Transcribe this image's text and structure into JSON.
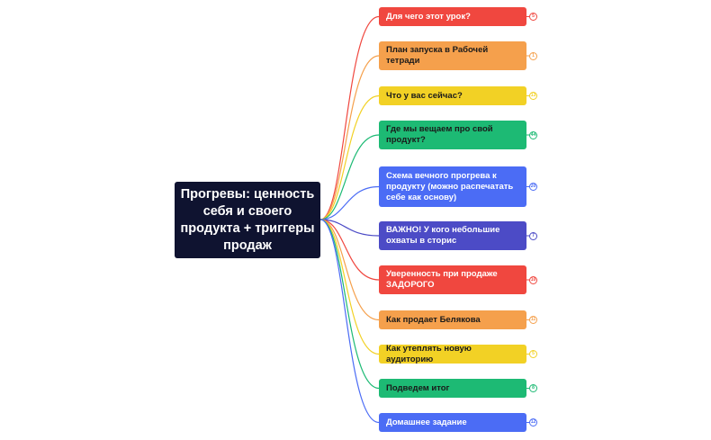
{
  "root": {
    "title": "Прогревы: ценность себя и своего продукта + триггеры продаж"
  },
  "branches": [
    {
      "label": "Для чего этот урок?",
      "color": "#f0473f",
      "text_color": "#ffffff",
      "count": "5"
    },
    {
      "label": "План запуска в Рабочей тетради",
      "color": "#f5a04c",
      "text_color": "#1a1a1a",
      "count": "1"
    },
    {
      "label": "Что у вас сейчас?",
      "color": "#f2d125",
      "text_color": "#1a1a1a",
      "count": "13"
    },
    {
      "label": "Где мы вещаем про свой продукт?",
      "color": "#1dba74",
      "text_color": "#1a1a1a",
      "count": "44"
    },
    {
      "label": "Схема вечного прогрева к продукту (можно распечатать себе как основу)",
      "color": "#4b6cf5",
      "text_color": "#ffffff",
      "count": "20"
    },
    {
      "label": "ВАЖНО! У кого небольшие охваты в сторис",
      "color": "#4c4bc6",
      "text_color": "#ffffff",
      "count": "7"
    },
    {
      "label": "Уверенность при продаже ЗАДОРОГО",
      "color": "#f0473f",
      "text_color": "#ffffff",
      "count": "10"
    },
    {
      "label": "Как продает Белякова",
      "color": "#f5a04c",
      "text_color": "#1a1a1a",
      "count": "11"
    },
    {
      "label": "Как утеплять новую аудиторию",
      "color": "#f2d125",
      "text_color": "#1a1a1a",
      "count": "5"
    },
    {
      "label": "Подведем итог",
      "color": "#1dba74",
      "text_color": "#1a1a1a",
      "count": "8"
    },
    {
      "label": "Домашнее задание",
      "color": "#4b6cf5",
      "text_color": "#ffffff",
      "count": "12"
    }
  ]
}
